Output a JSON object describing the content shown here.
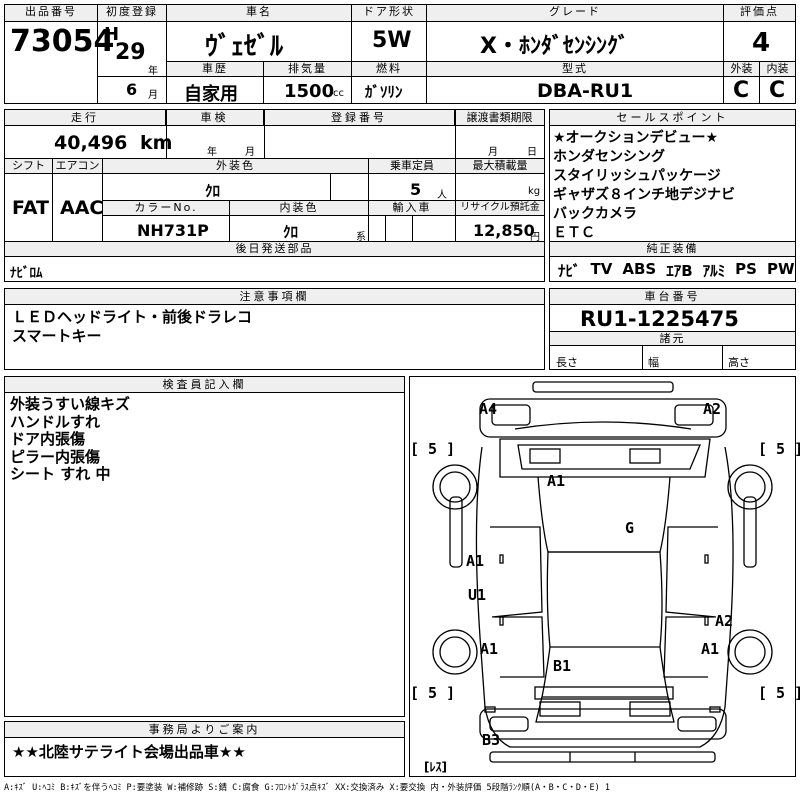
{
  "lot": {
    "label": "出品番号",
    "value": "73054"
  },
  "first_reg": {
    "label": "初度登録",
    "era": "H",
    "year": "29",
    "year_unit": "年",
    "month": "6",
    "month_unit": "月"
  },
  "car_name": {
    "label": "車名",
    "value": "ｳﾞｪｾﾞﾙ"
  },
  "door": {
    "label": "ドア形状",
    "value": "5W"
  },
  "grade": {
    "label": "グレード",
    "value": "X・ﾎﾝﾀﾞｾﾝｼﾝｸﾞ"
  },
  "score": {
    "label": "評価点",
    "value": "4"
  },
  "history": {
    "label": "車歴",
    "value": "自家用"
  },
  "displacement": {
    "label": "排気量",
    "value": "1500",
    "unit": "cc"
  },
  "fuel": {
    "label": "燃料",
    "value": "ｶﾞｿﾘﾝ"
  },
  "model": {
    "label": "型式",
    "value": "DBA-RU1"
  },
  "ext_grade": {
    "label": "外装",
    "value": "C"
  },
  "int_grade": {
    "label": "内装",
    "value": "C"
  },
  "mileage": {
    "label": "走行",
    "value": "40,496",
    "unit": "km"
  },
  "inspection": {
    "label": "車検",
    "year_unit": "年",
    "month_unit": "月"
  },
  "reg_no": {
    "label": "登録番号"
  },
  "transfer": {
    "label": "譲渡書類期限",
    "month_unit": "月",
    "day_unit": "日"
  },
  "shift": {
    "label": "シフト",
    "value": "FAT"
  },
  "aircon": {
    "label": "エアコン",
    "value": "AAC"
  },
  "ext_color": {
    "label": "外装色",
    "value": "ｸﾛ"
  },
  "capacity": {
    "label": "乗車定員",
    "value": "5",
    "unit": "人"
  },
  "load": {
    "label": "最大積載量",
    "unit": "kg"
  },
  "color_no": {
    "label": "カラーNo.",
    "value": "NH731P"
  },
  "int_color": {
    "label": "内装色",
    "value": "ｸﾛ",
    "unit": "系"
  },
  "import": {
    "label": "輸入車"
  },
  "recycle": {
    "label": "リサイクル預託金",
    "value": "12,850",
    "unit": "円"
  },
  "later": {
    "label": "後日発送部品",
    "value": "ﾅﾋﾞﾛﾑ"
  },
  "sales": {
    "label": "セールスポイント",
    "lines": [
      "★オークションデビュー★",
      "ホンダセンシング",
      "スタイリッシュパッケージ",
      "ギャザズ８インチ地デジナビ",
      "バックカメラ",
      "ＥＴＣ"
    ]
  },
  "equipment": {
    "label": "純正装備",
    "items": [
      "ﾅﾋﾞ",
      "TV",
      "ABS",
      "ｴｱB",
      "ｱﾙﾐ",
      "PS",
      "PW"
    ]
  },
  "notes": {
    "label": "注意事項欄",
    "lines": [
      "ＬＥＤヘッドライト・前後ドラレコ",
      "スマートキー"
    ]
  },
  "chassis": {
    "label": "車台番号",
    "value": "RU1-1225475"
  },
  "specs": {
    "label": "諸元",
    "length": "長さ",
    "width": "幅",
    "height": "高さ"
  },
  "inspector": {
    "label": "検査員記入欄",
    "lines": [
      "外装うすい線キズ",
      "ハンドルすれ",
      "ドア内張傷",
      "ピラー内張傷",
      "シート すれ 中"
    ]
  },
  "office": {
    "label": "事務局よりご案内",
    "value": "★★北陸サテライト会場出品車★★"
  },
  "diagram": {
    "marks": [
      "A4",
      "A2",
      "A1",
      "G",
      "A1",
      "U1",
      "A2",
      "A1",
      "A1",
      "B1",
      "B3"
    ],
    "tires": [
      "[ 5 ]",
      "[ 5 ]",
      "[ 5 ]",
      "[ 5 ]"
    ],
    "spare": "[ﾚｽ]"
  },
  "legend": "A:ｷｽﾞ U:ﾍｺﾐ B:ｷｽﾞを伴うﾍｺﾐ P:要塗装 W:補修跡 S:錆 C:腐食 G:ﾌﾛﾝﾄｶﾞﾗｽ点ｷｽﾞ XX:交換済み X:要交換 内・外装評価 5段階ﾗﾝｸ順(A・B・C・D・E) 1"
}
